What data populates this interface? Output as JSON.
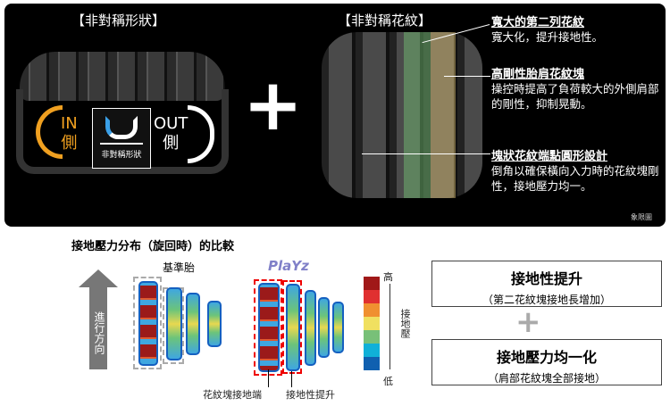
{
  "top": {
    "left_title": "【非對稱形狀】",
    "right_title": "【非對稱花紋】",
    "in_label": "IN",
    "out_label": "OUT",
    "side": "側",
    "badge_label": "非對稱形狀",
    "plus": "+",
    "features": [
      {
        "title": "寬大的第二列花紋",
        "desc": "寬大化，提升接地性。"
      },
      {
        "title": "高剛性胎肩花紋塊",
        "desc": "操控時提高了負荷較大的外側肩部的剛性，抑制晃動。"
      },
      {
        "title": "塊狀花紋端點圓形設計",
        "desc": "倒角以確保橫向入力時的花紋塊剛性，接地壓力均一。"
      }
    ],
    "note": "象限圖"
  },
  "bottom": {
    "title": "接地壓力分布（旋回時）的比較",
    "direction": "進行方向",
    "baseline_label": "基準胎",
    "brand": "PlaYz",
    "callout1": "花紋塊接地端",
    "callout2": "接地性提升",
    "legend_high": "高",
    "legend_low": "低",
    "legend_axis": "接地壓",
    "legend_colors": [
      "#a01818",
      "#e03030",
      "#f09030",
      "#f0e060",
      "#78c078",
      "#10b0d8",
      "#1060b0"
    ],
    "box1": {
      "title": "接地性提升",
      "sub": "（第二花紋塊接地長增加）"
    },
    "box2": {
      "title": "接地壓力均一化",
      "sub": "（肩部花紋塊全部接地）"
    },
    "plus": "+"
  }
}
